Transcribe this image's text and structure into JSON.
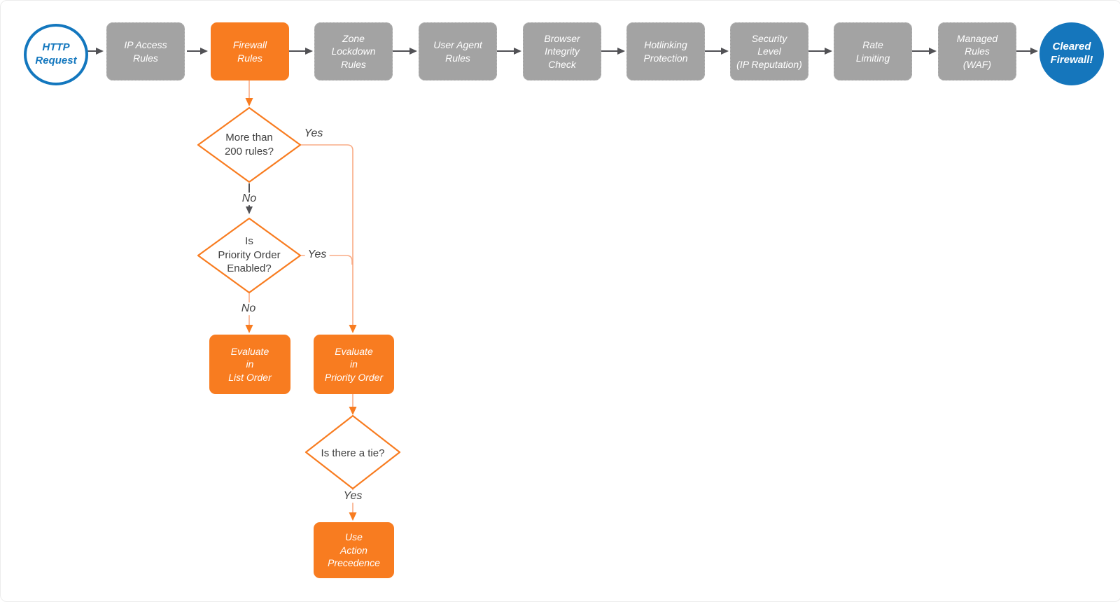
{
  "diagram": {
    "name": "firewall-request-flowchart",
    "colors": {
      "accent_orange": "#f87c20",
      "connector_light_orange": "#f9ab85",
      "process_gray": "#a3a3a3",
      "arrow_dark_gray": "#515155",
      "terminal_blue": "#1377be",
      "text_dark": "#404040",
      "text_white": "#ffffff"
    },
    "pipeline": [
      {
        "type": "start-circle",
        "label": "HTTP\nRequest"
      },
      {
        "type": "process",
        "label": "IP Access\nRules"
      },
      {
        "type": "process-highlighted",
        "label": "Firewall\nRules"
      },
      {
        "type": "process",
        "label": "Zone\nLockdown\nRules"
      },
      {
        "type": "process",
        "label": "User Agent\nRules"
      },
      {
        "type": "process",
        "label": "Browser\nIntegrity\nCheck"
      },
      {
        "type": "process",
        "label": "Hotlinking\nProtection"
      },
      {
        "type": "process",
        "label": "Security\nLevel\n(IP Reputation)"
      },
      {
        "type": "process",
        "label": "Rate\nLimiting"
      },
      {
        "type": "process",
        "label": "Managed\nRules\n(WAF)"
      },
      {
        "type": "end-circle",
        "label": "Cleared\nFirewall!"
      }
    ],
    "branch": {
      "decision_rules_count": {
        "label": "More than\n200 rules?"
      },
      "decision_priority_enabled": {
        "label": "Is\nPriority Order\nEnabled?"
      },
      "decision_tie": {
        "label": "Is there a tie?"
      },
      "evaluate_list_order": {
        "label": "Evaluate\nin\nList Order"
      },
      "evaluate_priority_order": {
        "label": "Evaluate\nin\nPriority Order"
      },
      "use_action_precedence": {
        "label": "Use\nAction\nPrecedence"
      },
      "edge_labels": {
        "d1_yes": "Yes",
        "d1_no": "No",
        "d2_yes": "Yes",
        "d2_no": "No",
        "d3_yes": "Yes"
      }
    }
  }
}
